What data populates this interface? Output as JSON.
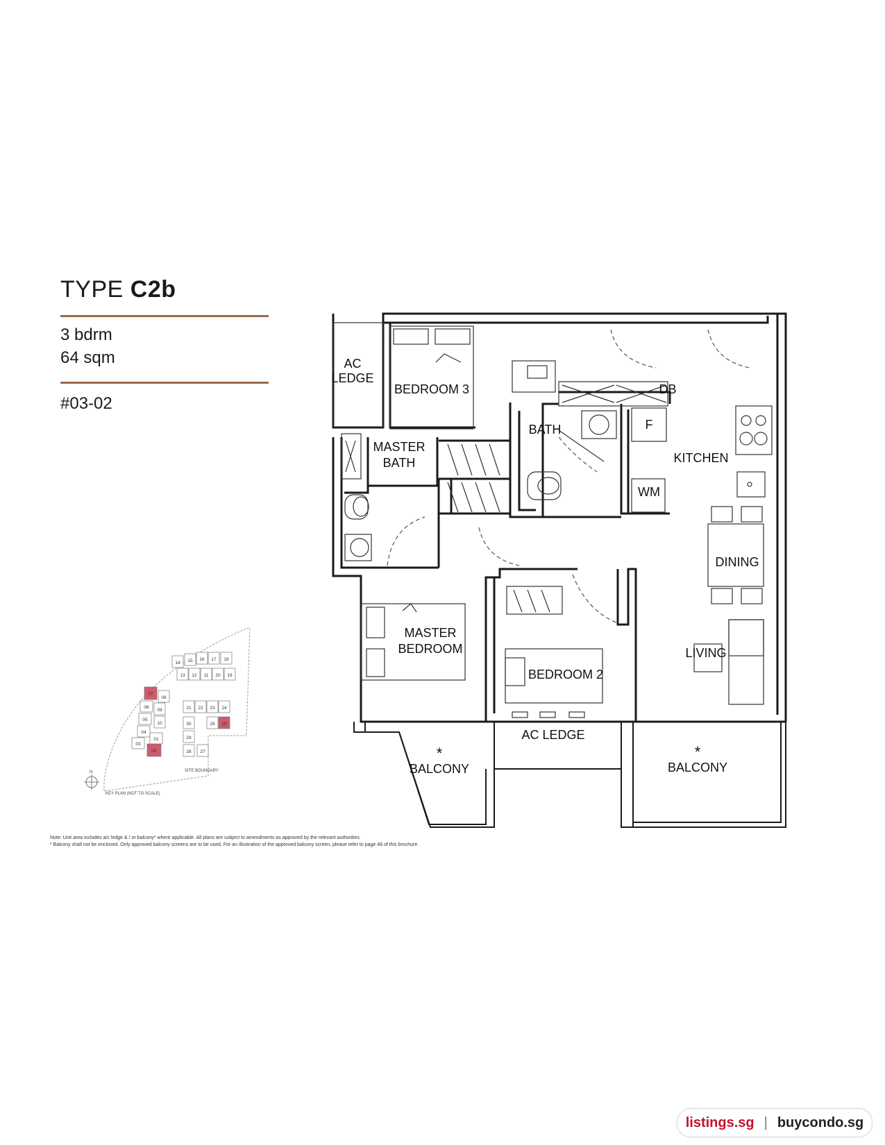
{
  "header": {
    "type_prefix": "TYPE",
    "type_code": "C2b",
    "bedrooms": "3 bdrm",
    "area": "64 sqm",
    "unit_no": "#03-02"
  },
  "rooms": {
    "ac_ledge_top_1": "AC",
    "ac_ledge_top_2": "LEDGE",
    "bedroom3": "BEDROOM 3",
    "db": "DB",
    "bath": "BATH",
    "fridge": "F",
    "master_bath_1": "MASTER",
    "master_bath_2": "BATH",
    "kitchen": "KITCHEN",
    "wm": "WM",
    "dining": "DINING",
    "master_bedroom_1": "MASTER",
    "master_bedroom_2": "BEDROOM",
    "living": "LIVING",
    "bedroom2": "BEDROOM 2",
    "ac_ledge_bottom": "AC LEDGE",
    "balcony_left_star": "*",
    "balcony_left": "BALCONY",
    "balcony_right_star": "*",
    "balcony_right": "BALCONY"
  },
  "key_plan": {
    "units": [
      "14",
      "15",
      "16",
      "17",
      "18",
      "13",
      "12",
      "11",
      "20",
      "19",
      "07",
      "08",
      "06",
      "09",
      "05",
      "10",
      "04",
      "03",
      "01",
      "02",
      "21",
      "22",
      "23",
      "24",
      "30",
      "26",
      "25",
      "29",
      "28",
      "27"
    ],
    "highlighted": [
      "07",
      "02",
      "25"
    ],
    "site_boundary": "SITE BOUNDARY",
    "north": "N",
    "caption": "KEY PLAN (NOT TO SCALE)",
    "highlight_color": "#d05a6e"
  },
  "notes": {
    "line1": "Note: Unit area includes a/c ledge & / or balcony* where applicable. All plans are subject to amendments as approved by the relevant authorities.",
    "line2": "* Balcony shall not be enclosed. Only approved balcony screens are to be used. For an illustration of the approved balcony screen, please refer to page 48 of this brochure."
  },
  "watermark": {
    "left": "listings.sg",
    "separator": "|",
    "right": "buycondo.sg"
  },
  "colors": {
    "accent_rule": "#9a6848",
    "watermark_red": "#c8102e"
  }
}
